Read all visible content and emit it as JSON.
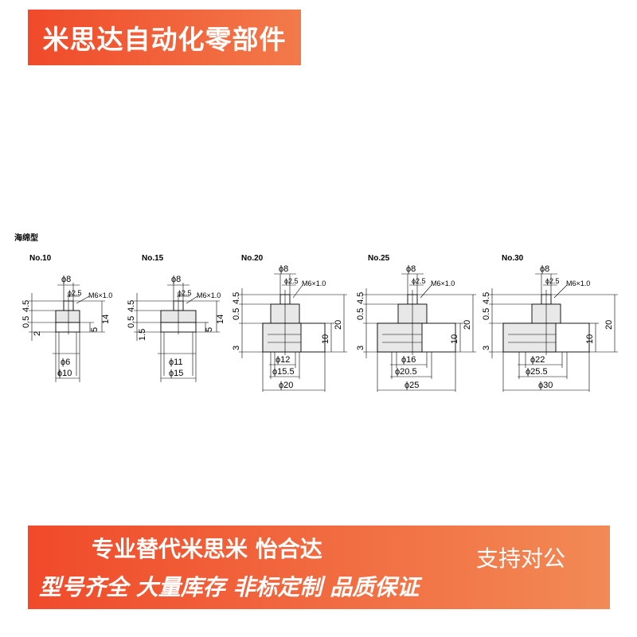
{
  "top_banner": {
    "text": "米思达自动化零部件"
  },
  "diagram": {
    "type_label": "海绵型",
    "models": [
      {
        "name": "No.10",
        "stem_diameter": "ϕ8",
        "port_diameter": "ϕ2.5",
        "thread": "M6×1.0",
        "vertical_dims": [
          "0.5",
          "4.5",
          "2"
        ],
        "right_dims": [
          "14",
          "5"
        ],
        "bottom_diameters": [
          "ϕ6",
          "ϕ10"
        ]
      },
      {
        "name": "No.15",
        "stem_diameter": "ϕ8",
        "port_diameter": "ϕ2.5",
        "thread": "M6×1.0",
        "vertical_dims": [
          "0.5",
          "4.5",
          "1.5"
        ],
        "right_dims": [
          "14",
          "5"
        ],
        "bottom_diameters": [
          "ϕ11",
          "ϕ15"
        ]
      },
      {
        "name": "No.20",
        "stem_diameter": "ϕ8",
        "port_diameter": "ϕ2.5",
        "thread": "M6×1.0",
        "vertical_dims": [
          "0.5",
          "4.5",
          "3"
        ],
        "right_dims": [
          "20",
          "10"
        ],
        "bottom_diameters": [
          "ϕ12",
          "ϕ15.5",
          "ϕ20"
        ]
      },
      {
        "name": "No.25",
        "stem_diameter": "ϕ8",
        "port_diameter": "ϕ2.5",
        "thread": "M6×1.0",
        "vertical_dims": [
          "0.5",
          "4.5",
          "3"
        ],
        "right_dims": [
          "20",
          "10"
        ],
        "bottom_diameters": [
          "ϕ16",
          "ϕ20.5",
          "ϕ25"
        ]
      },
      {
        "name": "No.30",
        "stem_diameter": "ϕ8",
        "port_diameter": "ϕ2.5",
        "thread": "M6×1.0",
        "vertical_dims": [
          "0.5",
          "4.5",
          "3"
        ],
        "right_dims": [
          "20",
          "10"
        ],
        "bottom_diameters": [
          "ϕ22",
          "ϕ25.5",
          "ϕ30"
        ]
      }
    ]
  },
  "bottom_banner": {
    "line1": "专业替代米思米 怡合达",
    "line2": "型号齐全 大量库存 非标定制 品质保证",
    "right": "支持对公"
  }
}
